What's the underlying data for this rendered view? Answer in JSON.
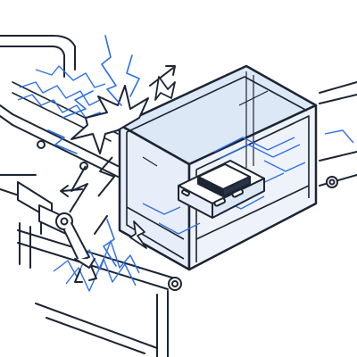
{
  "illustration": {
    "colors": {
      "ink": "#1d2433",
      "accent": "#2e6fe6",
      "glass": "#dde8f7",
      "glass_light": "#eef3fb",
      "background": "#ffffff"
    },
    "elements": [
      "conveyor-belt-back",
      "conveyor-belt-front",
      "conveyor-belt-right",
      "glass-enclosure",
      "circuit-board-device",
      "robotic-arm",
      "electric-sparks",
      "interference-arrows"
    ]
  }
}
